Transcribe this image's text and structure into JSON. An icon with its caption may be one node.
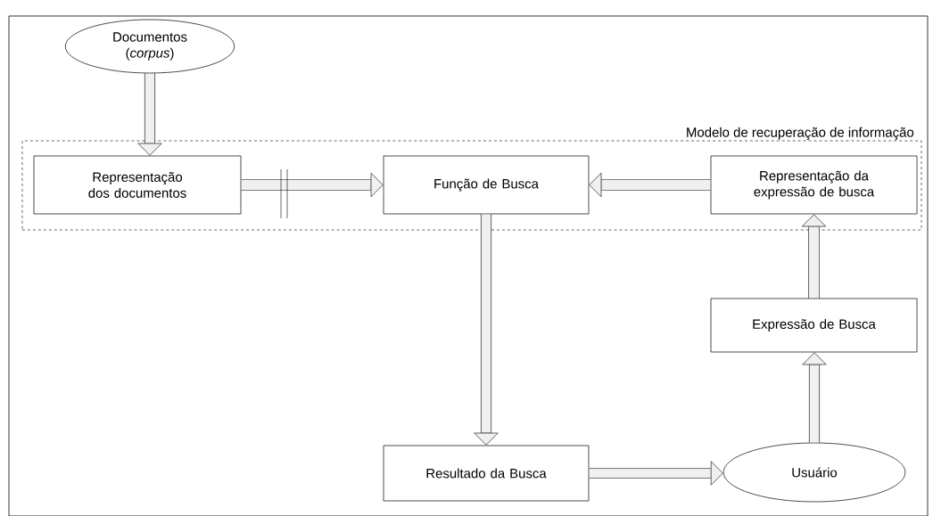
{
  "diagram": {
    "nodes": [
      {
        "text": [
          "Documentos (*corpus*)"
        ]
      },
      {
        "text": [
          "Modelo de recuperação de informação"
        ]
      },
      {
        "text": [
          "Representação dos documentos"
        ],
        "in": 1
      },
      {
        "text": [
          "Função de Busca"
        ],
        "in": 1
      },
      {
        "text": [
          "Representação da expressão de busca"
        ],
        "in": 1
      },
      {
        "text": [
          "Expressão de Busca"
        ]
      },
      {
        "text": [
          "Resultado da Busca"
        ]
      },
      {
        "text": [
          "Usuário"
        ]
      }
    ],
    "edges": [
      {
        "from": 0,
        "to": 2,
        "arrow": "to"
      },
      {
        "from": 2,
        "to": 3,
        "arrow": "to"
      },
      {
        "from": 4,
        "to": 3,
        "arrow": "to"
      },
      {
        "from": 5,
        "to": 4,
        "arrow": "to"
      },
      {
        "from": 3,
        "to": 6,
        "arrow": "to"
      },
      {
        "from": 6,
        "to": 7,
        "arrow": "to"
      },
      {
        "from": 7,
        "to": 5,
        "arrow": "to"
      }
    ]
  }
}
